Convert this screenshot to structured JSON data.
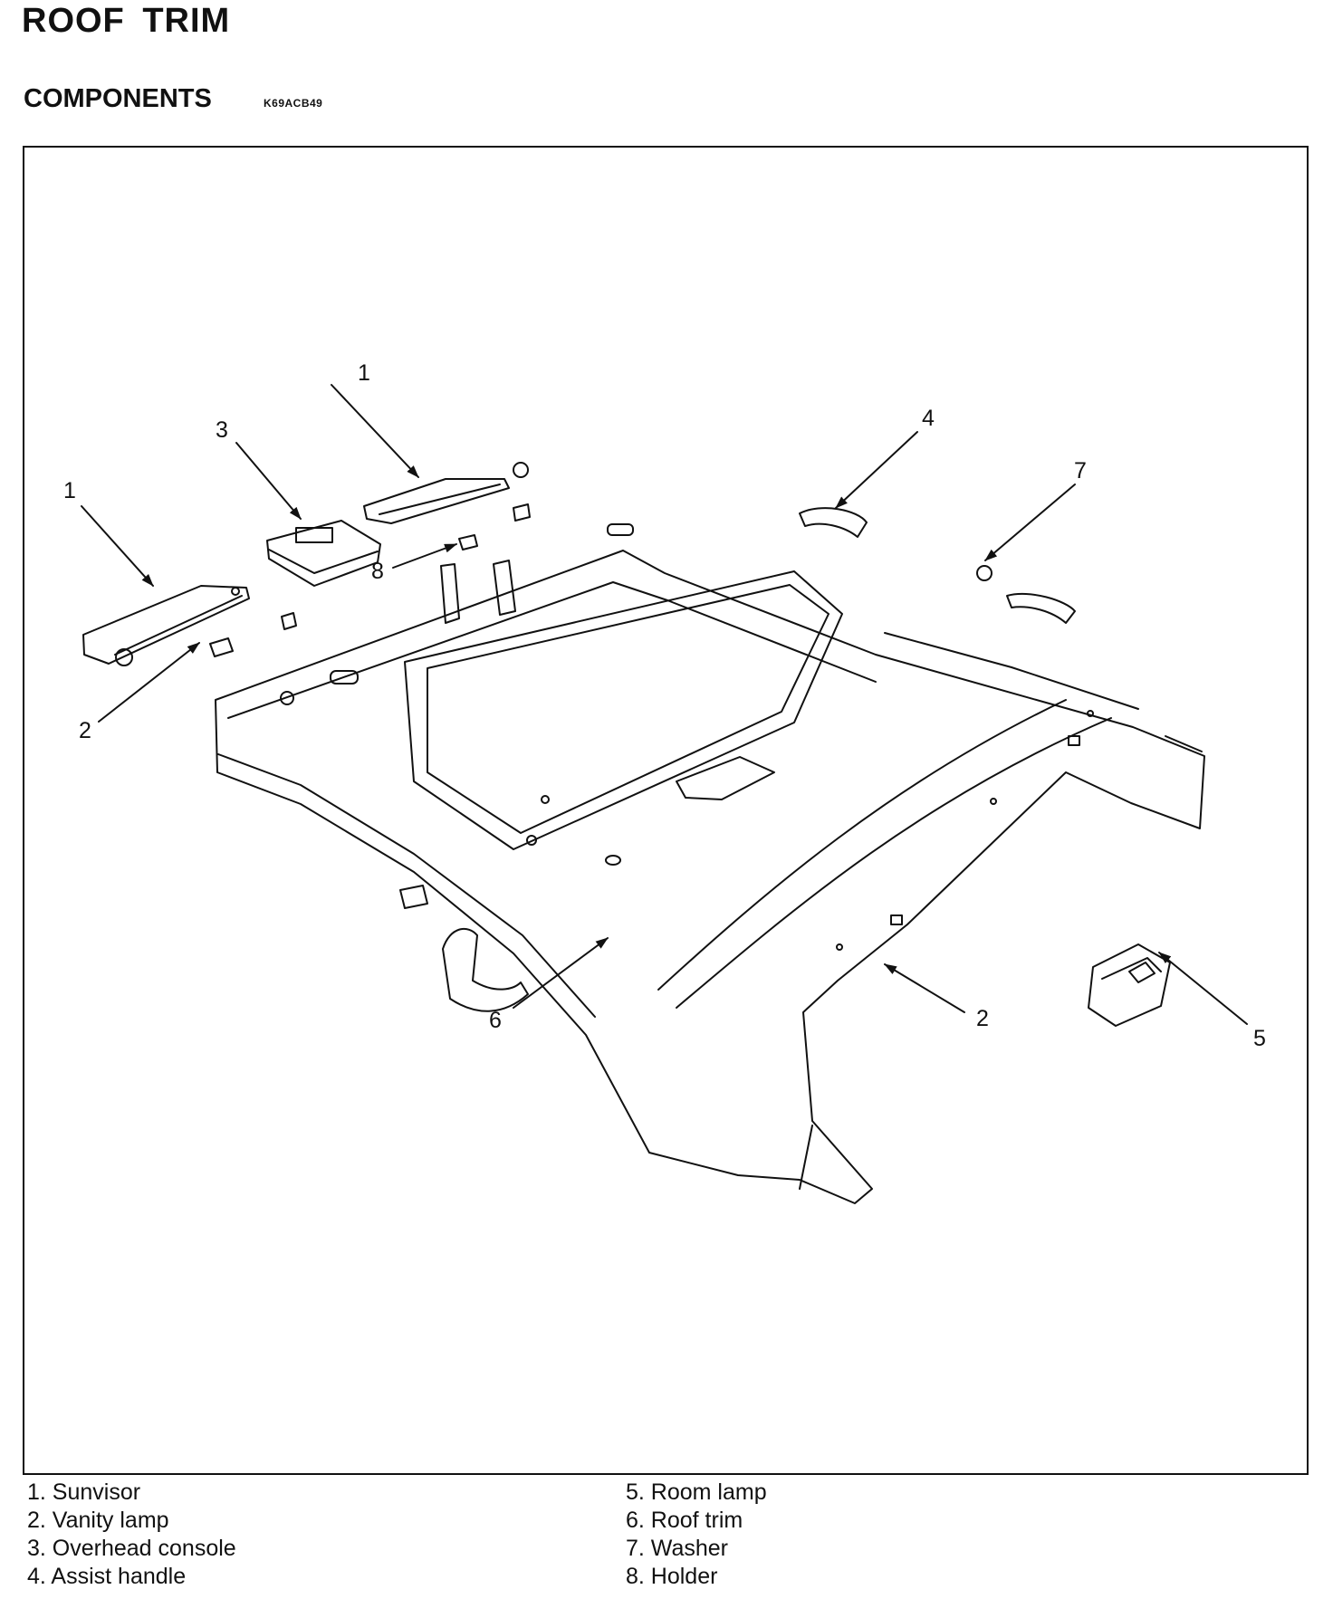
{
  "header": {
    "title": "ROOF TRIM",
    "subtitle": "COMPONENTS",
    "code": "K69ACB49"
  },
  "callouts": [
    "1",
    "3",
    "4",
    "7",
    "1",
    "8",
    "2",
    "6",
    "2",
    "5"
  ],
  "legend": {
    "left": [
      "1. Sunvisor",
      "2. Vanity lamp",
      "3. Overhead console",
      "4. Assist handle"
    ],
    "right": [
      "5. Room lamp",
      "6. Roof trim",
      "7. Washer",
      "8. Holder"
    ]
  }
}
